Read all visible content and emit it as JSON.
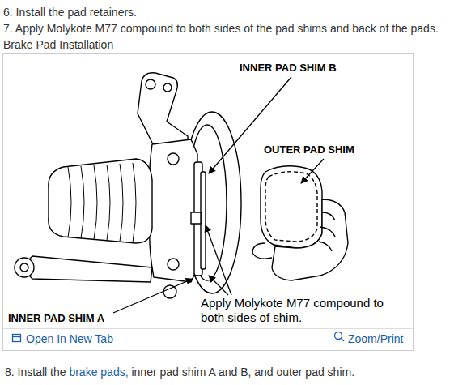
{
  "diagram": {
    "title": "Brake Pad Installation",
    "labels": [
      "6. Install the pad retainers.",
      "7. Apply Molykote M77 compound to both sides of the pad shims and back of the pads.",
      "INNER PAD SHIM B",
      "OUTER PAD SHIM",
      "Apply Molykote M77 compound to both sides of shim.",
      "INNER PAD SHIM A",
      "Open In New Tab",
      "Zoom/Print",
      "8. Install the brake pads, inner pad shim A and B, and outer pad shim."
    ]
  }
}
